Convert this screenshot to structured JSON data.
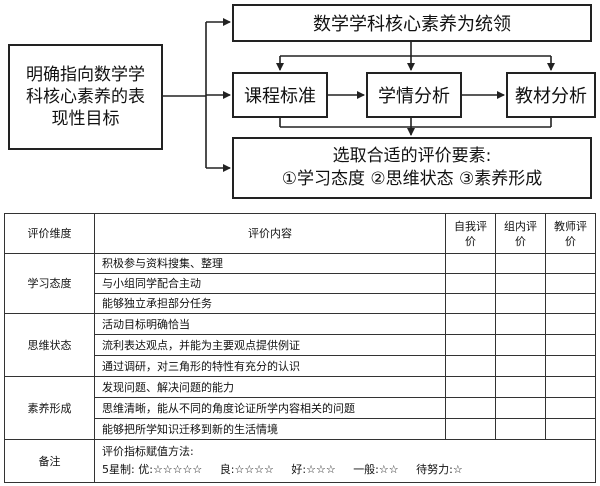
{
  "diagram": {
    "left_box": "明确指向数学学科核心素养的表现性目标",
    "top_box": "数学学科核心素养为统领",
    "middle_boxes": [
      "课程标准",
      "学情分析",
      "教材分析"
    ],
    "bottom_box": {
      "line1": "选取合适的评价要素:",
      "line2": "①学习态度 ②思维状态 ③素养形成"
    }
  },
  "table": {
    "headers": {
      "dimension": "评价维度",
      "content": "评价内容",
      "self": "自我评价",
      "group": "组内评价",
      "teacher": "教师评价"
    },
    "groups": [
      {
        "dimension": "学习态度",
        "items": [
          "积极参与资料搜集、整理",
          "与小组同学配合主动",
          "能够独立承担部分任务"
        ]
      },
      {
        "dimension": "思维状态",
        "items": [
          "活动目标明确恰当",
          "流利表达观点，并能为主要观点提供例证",
          "通过调研，对三角形的特性有充分的认识"
        ]
      },
      {
        "dimension": "素养形成",
        "items": [
          "发现问题、解决问题的能力",
          "思维清晰，能从不同的角度论证所学内容相关的问题",
          "能够把所学知识迁移到新的生活情境"
        ]
      }
    ],
    "note": {
      "label": "备注",
      "line1": "评价指标赋值方法:",
      "prefix": "5星制:",
      "ratings": [
        {
          "label": "优:",
          "stars": "☆☆☆☆☆"
        },
        {
          "label": "良:",
          "stars": "☆☆☆☆"
        },
        {
          "label": "好:",
          "stars": "☆☆☆"
        },
        {
          "label": "一般:",
          "stars": "☆☆"
        },
        {
          "label": "待努力:",
          "stars": "☆"
        }
      ]
    }
  }
}
